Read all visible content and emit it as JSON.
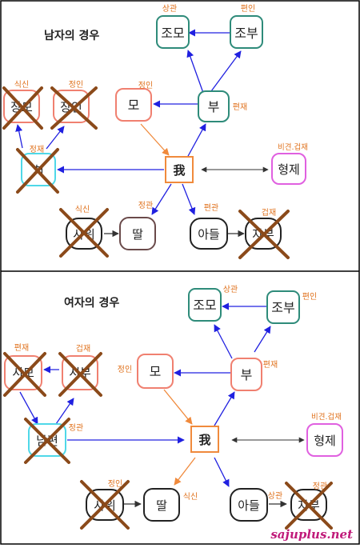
{
  "colors": {
    "teal": "#2e8b7a",
    "salmon": "#f08070",
    "orange_label": "#e0731f",
    "cyan": "#4fd8e8",
    "pink": "#e060e0",
    "dark": "#6a4a4a",
    "blue_arrow": "#2020e0",
    "orange_arrow": "#f08a3c",
    "cross": "#8b4a1a",
    "watermark": "#c01a7a"
  },
  "male": {
    "title": "남자의 경우",
    "nodes": {
      "grandmother": {
        "text": "조모",
        "tag": "상관"
      },
      "grandfather": {
        "text": "조부",
        "tag": "편인"
      },
      "mother": {
        "text": "모",
        "tag": "정인"
      },
      "father": {
        "text": "부",
        "tag": "편재"
      },
      "left1": {
        "text": "장모",
        "tag": "식신"
      },
      "left2": {
        "text": "장인",
        "tag": "정인"
      },
      "wife": {
        "text": "처",
        "tag": "정재"
      },
      "self": {
        "text": "我"
      },
      "sibling": {
        "text": "형제",
        "tag": "비견.겁재"
      },
      "soninlaw": {
        "text": "사위",
        "tag": "식신"
      },
      "daughter": {
        "text": "딸",
        "tag": "정관"
      },
      "son": {
        "text": "아들",
        "tag": "편관"
      },
      "daughterinlaw": {
        "text": "자부",
        "tag": "겁재"
      }
    }
  },
  "female": {
    "title": "여자의 경우",
    "nodes": {
      "grandmother": {
        "text": "조모",
        "tag": "상관"
      },
      "grandfather": {
        "text": "조부",
        "tag": "편인"
      },
      "mother": {
        "text": "모",
        "tag": "정인"
      },
      "father": {
        "text": "부",
        "tag": "편재"
      },
      "left1": {
        "text": "시모",
        "tag": "편재"
      },
      "left2": {
        "text": "시부",
        "tag": "겁재"
      },
      "husband": {
        "text": "남편",
        "tag": "정관"
      },
      "self": {
        "text": "我"
      },
      "sibling": {
        "text": "형제",
        "tag": "비견.겁재"
      },
      "soninlaw": {
        "text": "사위",
        "tag": "정인"
      },
      "daughter": {
        "text": "딸",
        "tag": "식신"
      },
      "son": {
        "text": "아들",
        "tag": "상관"
      },
      "daughterinlaw": {
        "text": "자부",
        "tag": "정관"
      }
    }
  },
  "watermark": "sajuplus.net"
}
